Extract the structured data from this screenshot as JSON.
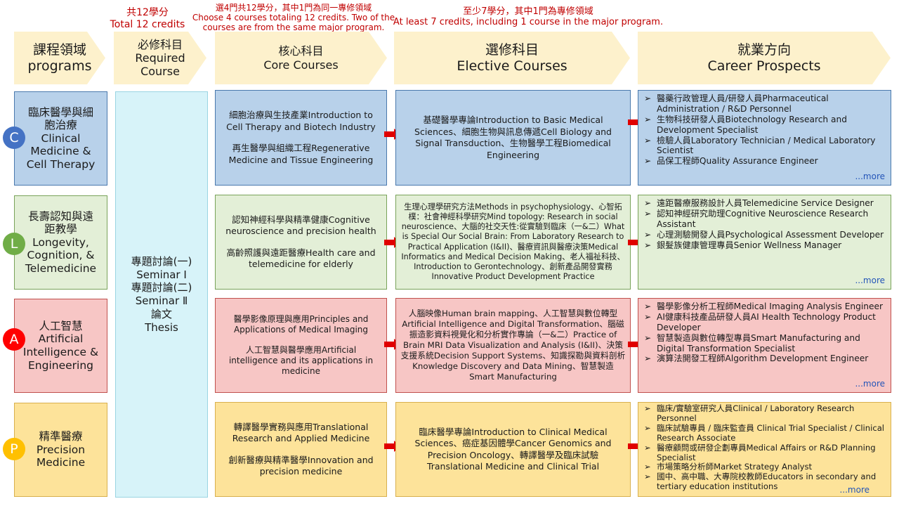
{
  "notes": {
    "required": [
      "共12學分",
      "Total 12 credits"
    ],
    "core": [
      "選4門共12學分，其中1門為同一專修領域",
      "Choose 4 courses totaling 12 credits. Two of the",
      "courses are from the same major program."
    ],
    "elective": [
      "至少7學分，其中1門為專修領域",
      "At least 7 credits,  including  1 course  in the major program."
    ]
  },
  "headers": {
    "programs": [
      "課程領域",
      "programs"
    ],
    "required": [
      "必修科目",
      "Required",
      "Course"
    ],
    "core": [
      "核心科目",
      "Core Courses"
    ],
    "elective": [
      "選修科目",
      "Elective Courses"
    ],
    "career": [
      "就業方向",
      "Career Prospects"
    ]
  },
  "required_course": [
    "專題討論(一)",
    "Seminar I",
    "專題討論(二)",
    "Seminar Ⅱ",
    "論文",
    "Thesis"
  ],
  "more_label": "...more",
  "bullet": "➢",
  "rows": [
    {
      "letter": "C",
      "circle_color": "#4472c4",
      "program": [
        "臨床醫學與細",
        "胞治療",
        "Clinical",
        "Medicine &",
        "Cell Therapy"
      ],
      "core": [
        "細胞治療與生技產業Introduction  to Cell Therapy and Biotech Industry",
        "再生醫學與組織工程Regenerative Medicine and Tissue Engineering"
      ],
      "elective": "基礎醫學專論Introduction  to Basic Medical Sciences、細胞生物與訊息傳遞Cell  Biology  and Signal Transduction、生物醫學工程Biomedical Engineering",
      "careers": [
        "醫藥行政管理人員/研發人員Pharmaceutical Administration / R&D Personnel",
        "生物科技研發人員Biotechnology Research and Development Specialist",
        "檢驗人員Laboratory Technician / Medical Laboratory Scientist",
        "品保工程師Quality Assurance Engineer"
      ]
    },
    {
      "letter": "L",
      "circle_color": "#70ad47",
      "program": [
        "長壽認知與遠",
        "距教學",
        "Longevity,",
        "Cognition, &",
        "Telemedicine"
      ],
      "core": [
        "認知神經科學與精準健康Cognitive neuroscience  and  precision health",
        "高齡照護與遠距醫療Health  care  and telemedicine for elderly"
      ],
      "elective": "生理心理學研究方法Methods in psychophysiology、心智拓樸：社會神經科學研究Mind topology: Research in social neuroscience、大腦的社交天性:從實驗到臨床（一&二）What is Special Our Social Brain: From Laboratory Research to Practical Application (I&II)、醫療資訊與醫療決策Medical Informatics and Medical Decision Making、老人福祉科技、Introduction to Gerontechnology、創新產品開發實務Innovative Product Development Practice",
      "careers": [
        "遠距醫療服務設計人員Telemedicine  Service Designer",
        "認知神經研究助理Cognitive  Neuroscience  Research Assistant",
        "心理測驗開發人員Psychological  Assessment Developer",
        "銀髮族健康管理專員Senior  Wellness Manager"
      ]
    },
    {
      "letter": "A",
      "circle_color": "#ff0000",
      "program": [
        "人工智慧",
        "Artificial",
        "Intelligence &",
        "Engineering"
      ],
      "core": [
        "醫學影像原理與應用Principles and Applications of Medical Imaging",
        "人工智慧與醫學應用Artificial intelligence and its applications in medicine"
      ],
      "elective": "人腦映像Human  brain  mapping、人工智慧與數位轉型Artificial Intelligence and Digital Transformation、腦磁振造影資料視覺化和分析實作專論（一&二）Practice of Brain MRI Data Visualization and Analysis (I&II)、決策支援系統Decision Support Systems、知識探勘與資料剖析Knowledge  Discovery  and Data Mining、智慧製造Smart Manufacturing",
      "careers": [
        "醫學影像分析工程師Medical  Imaging Analysis Engineer",
        "AI健康科技產品研發人員AI  Health Technology Product Developer",
        "智慧製造與數位轉型專員Smart  Manufacturing  and Digital Transformation  Specialist",
        "演算法開發工程師Algorithm   Development Engineer"
      ]
    },
    {
      "letter": "P",
      "circle_color": "#ffc000",
      "program": [
        "精準醫療",
        "Precision",
        "Medicine"
      ],
      "core": [
        "轉譯醫學實務與應用Translational Research and Applied Medicine",
        "創新醫療與精準醫學Innovation  and precision medicine"
      ],
      "elective": "臨床醫學專論Introduction  to Clinical Medical Sciences、癌症基因體學Cancer  Genomics and Precision  Oncology、轉譯醫學及臨床試驗 Translational Medicine and Clinical Trial",
      "careers": [
        "臨床/實驗室研究人員Clinical / Laboratory Research Personnel",
        "臨床試驗專員 / 臨床監查員 Clinical Trial Specialist / Clinical Research Associate",
        "醫療顧問或研發企劃專員Medical Affairs or R&D Planning Specialist",
        "市場策略分析師Market Strategy Analyst",
        "國中、高中職、大專院校教師Educators in secondary and tertiary education institutions"
      ]
    }
  ]
}
